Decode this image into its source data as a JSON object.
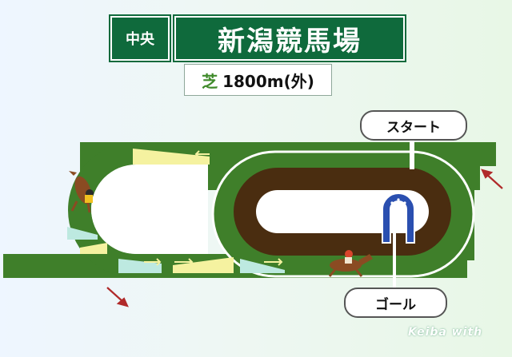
{
  "header": {
    "category_label": "中央",
    "venue_title": "新潟競馬場"
  },
  "course": {
    "surface_label": "芝",
    "distance_label": "1800m(外)"
  },
  "markers": {
    "start_label": "スタート",
    "goal_label": "ゴール"
  },
  "watermark": "Keiba with",
  "colors": {
    "title_bg": "#0f6a3c",
    "turf": "#3f7f2a",
    "dirt": "#4a2d10",
    "slope_up": "#f5f2a0",
    "slope_down": "#bde9e0",
    "direction_arrow": "#b02a2a",
    "background": "#eef7f3"
  }
}
